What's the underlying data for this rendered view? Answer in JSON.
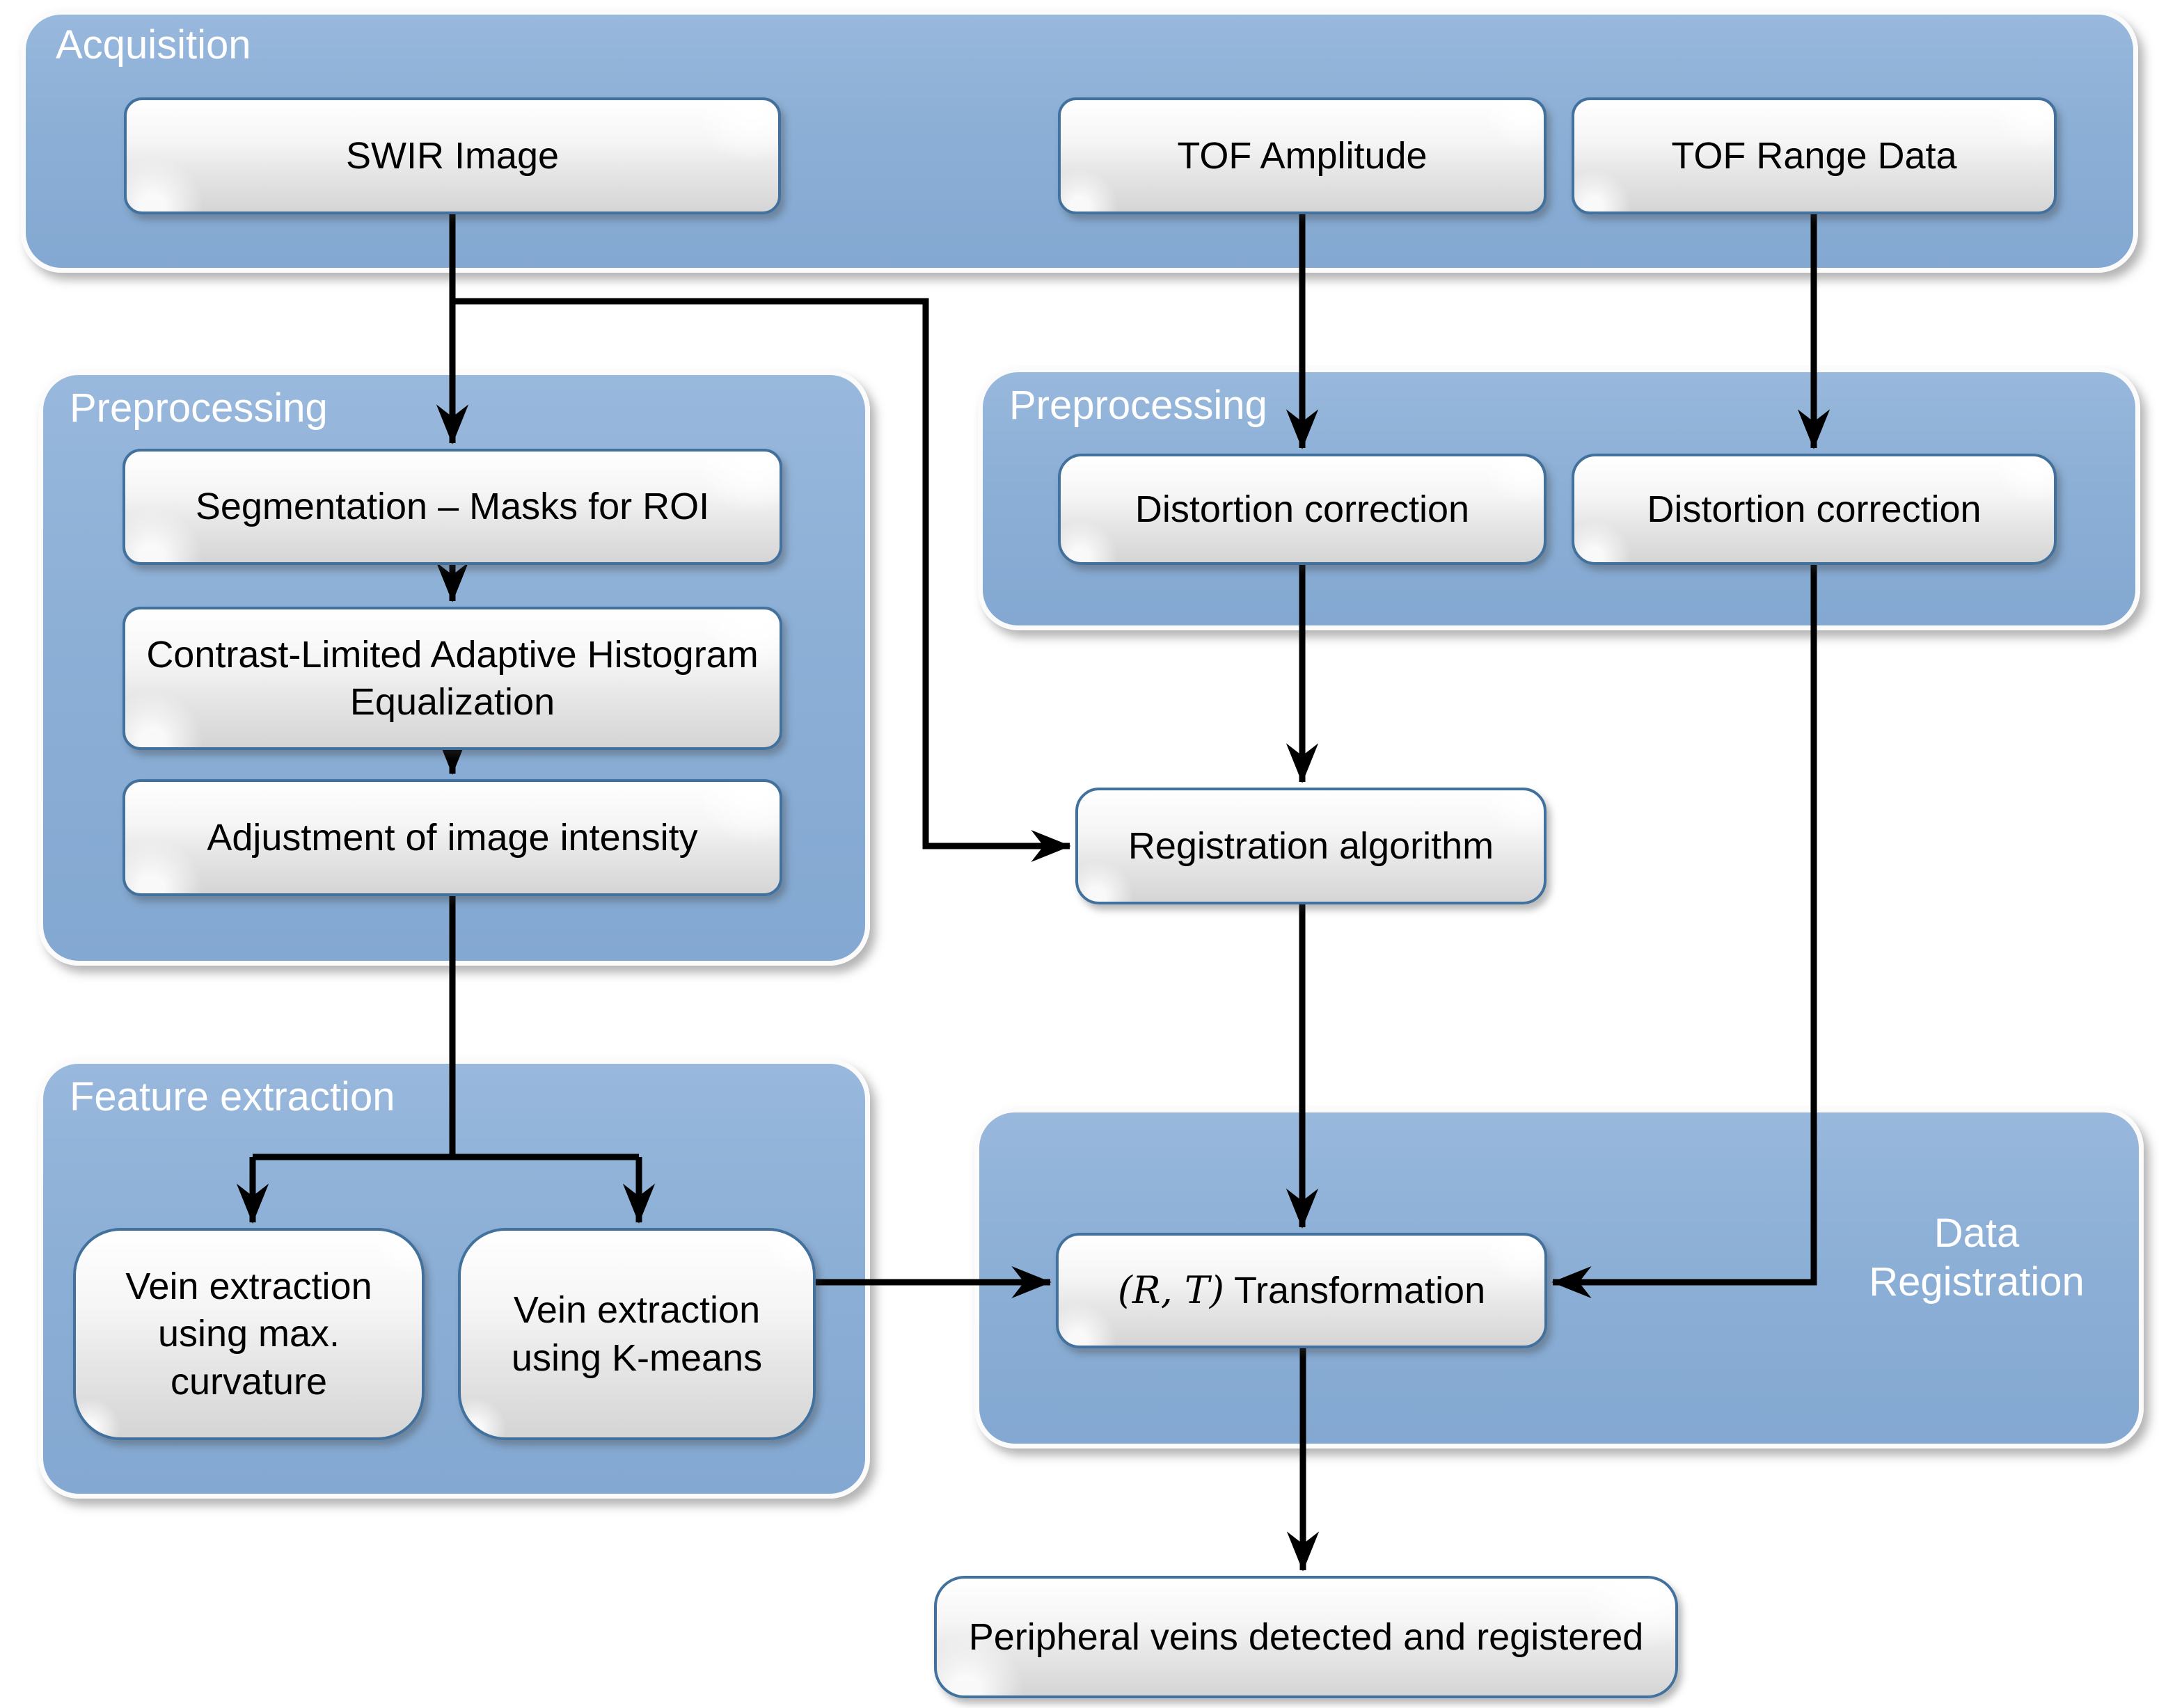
{
  "diagram": {
    "containers": {
      "acquisition": {
        "label": "Acquisition"
      },
      "preprocessing_swir": {
        "label": "Preprocessing"
      },
      "preprocessing_tof": {
        "label": "Preprocessing"
      },
      "feature_extraction": {
        "label": "Feature extraction"
      },
      "data_registration": {
        "label_lines": [
          "Data",
          "Registration"
        ]
      }
    },
    "nodes": {
      "swir_image": {
        "label": "SWIR Image"
      },
      "tof_amplitude": {
        "label": "TOF Amplitude"
      },
      "tof_range_data": {
        "label": "TOF Range Data"
      },
      "segmentation": {
        "label": "Segmentation – Masks for ROI"
      },
      "clahe": {
        "label": "Contrast-Limited Adaptive Histogram Equalization"
      },
      "adjustment": {
        "label": "Adjustment of image intensity"
      },
      "distortion_correction_amplitude": {
        "label": "Distortion correction"
      },
      "distortion_correction_range": {
        "label": "Distortion correction"
      },
      "registration_algorithm": {
        "label": "Registration algorithm"
      },
      "vein_extraction_max_curvature": {
        "label": "Vein extraction using max. curvature"
      },
      "vein_extraction_kmeans": {
        "label": "Vein extraction using K-means"
      },
      "rt_transformation": {
        "math": "(R, T)",
        "label": "Transformation"
      },
      "peripheral_veins": {
        "label": "Peripheral veins detected and registered"
      }
    },
    "colors": {
      "container_fill": "#8CAFD6",
      "container_border": "#FBFBFB",
      "node_border": "#41719C",
      "node_fill_top": "#FFFFFF",
      "node_fill_bottom": "#D5D5D5",
      "arrow": "#000000",
      "container_label_text": "#FFFFFF",
      "node_text": "#000000",
      "page_background": "#FFFFFF"
    }
  }
}
